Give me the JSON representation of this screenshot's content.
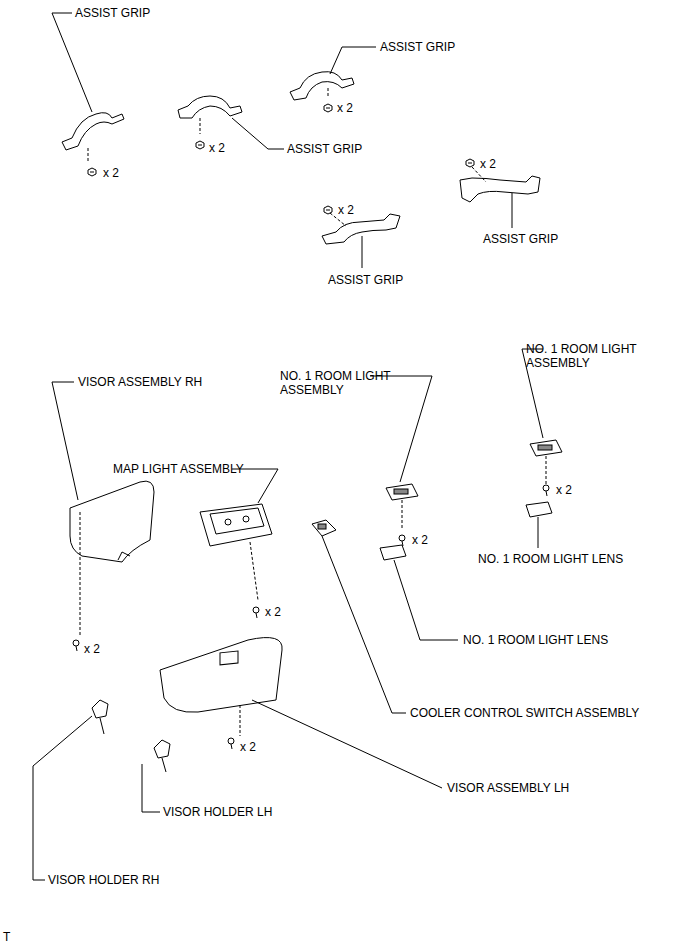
{
  "diagram": {
    "labels": [
      "ASSIST GRIP",
      "ASSIST GRIP",
      "x 2",
      "ASSIST GRIP",
      "x 2",
      "x 2",
      "x 2",
      "x 2",
      "ASSIST GRIP",
      "ASSIST GRIP",
      "NO. 1 ROOM LIGHT ASSEMBLY",
      "NO. 1 ROOM LIGHT ASSEMBLY",
      "VISOR ASSEMBLY RH",
      "MAP LIGHT ASSEMBLY",
      "x 2",
      "x 2",
      "NO. 1 ROOM LIGHT LENS",
      "x 2",
      "NO. 1 ROOM LIGHT LENS",
      "x 2",
      "COOLER CONTROL SWITCH ASSEMBLY",
      "x 2",
      "VISOR ASSEMBLY LH",
      "VISOR HOLDER LH",
      "VISOR HOLDER RH",
      "T"
    ]
  }
}
